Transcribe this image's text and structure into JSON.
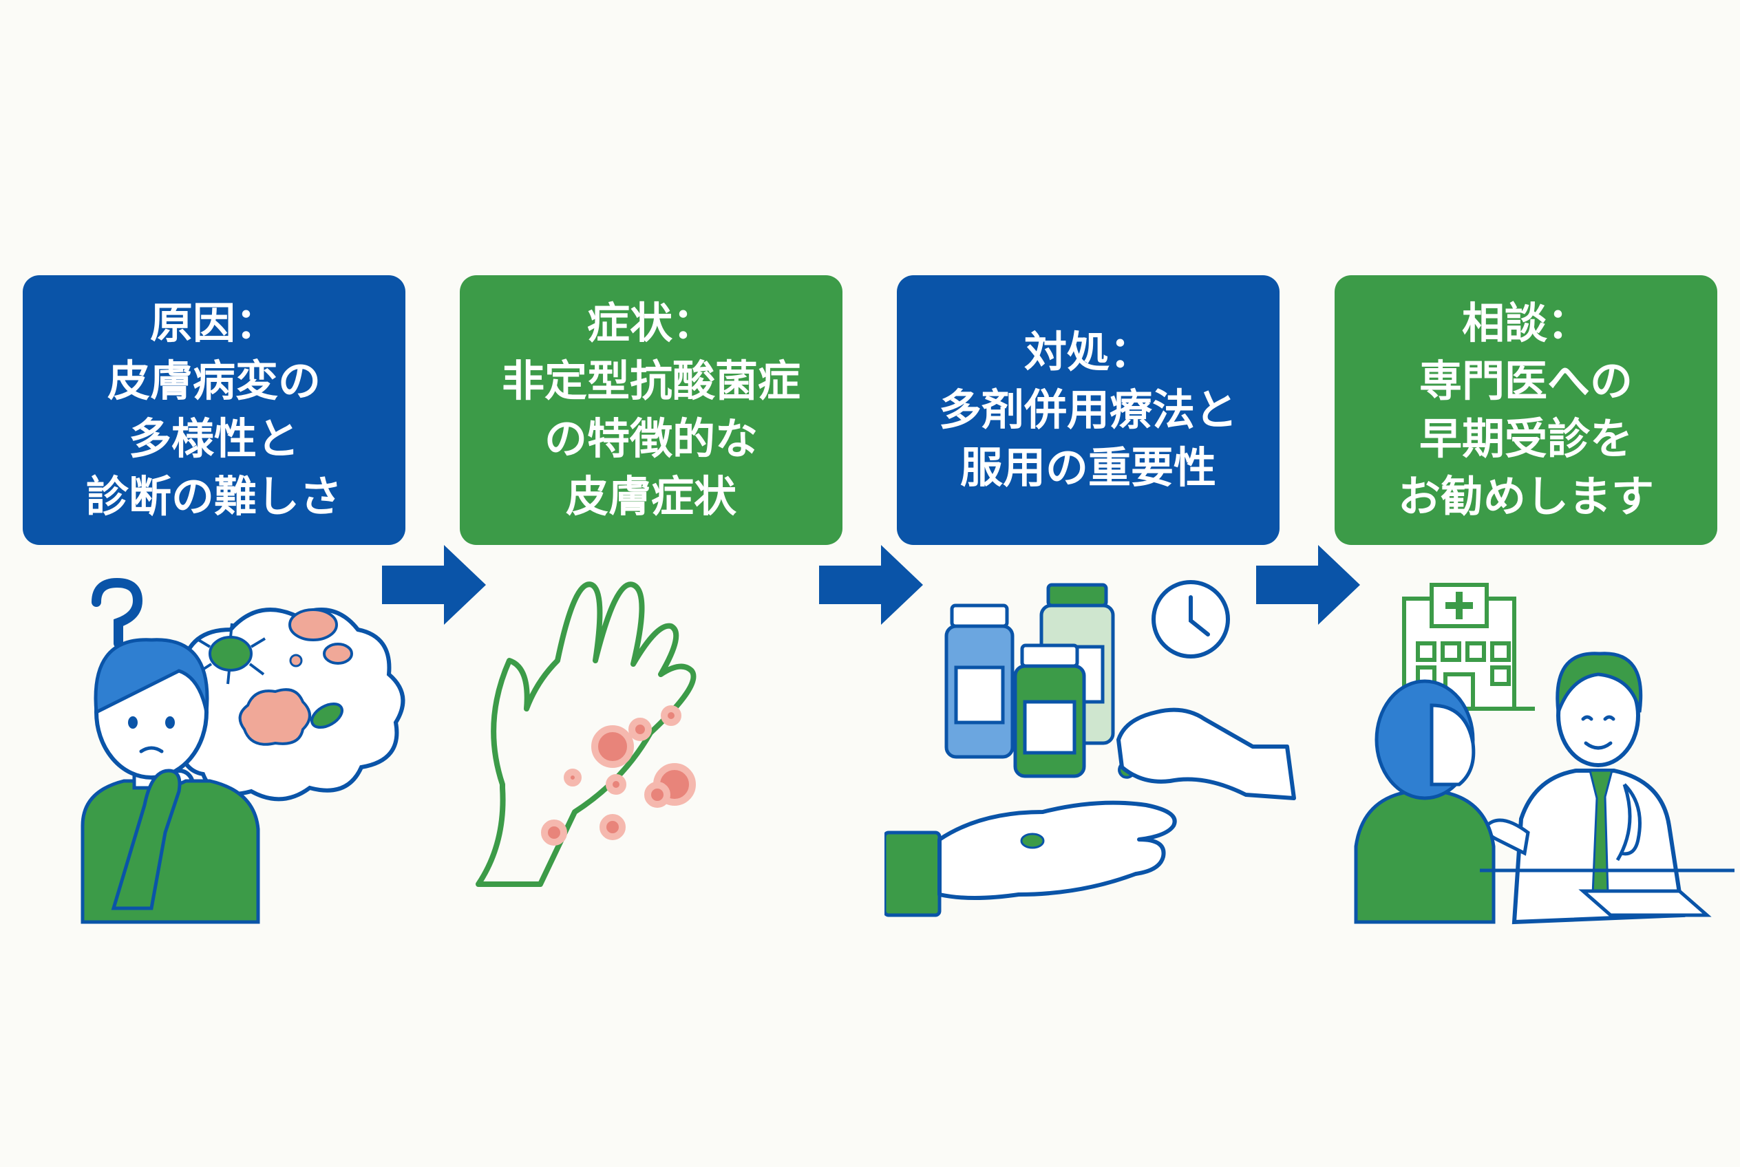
{
  "steps": [
    {
      "lines": [
        "原因：",
        "皮膚病変の",
        "多様性と",
        "診断の難しさ"
      ]
    },
    {
      "lines": [
        "症状：",
        "非定型抗酸菌症",
        "の特徴的な",
        "皮膚症状"
      ]
    },
    {
      "lines": [
        "対処：",
        "多剤併用療法と",
        "服用の重要性"
      ]
    },
    {
      "lines": [
        "相談：",
        "専門医への",
        "早期受診を",
        "お勧めします"
      ]
    }
  ],
  "colors": {
    "blue": "#0a54a8",
    "green": "#3c9b48",
    "lesion": "#e8847a",
    "background": "#fbfbf7"
  },
  "icons": [
    "question-mark-icon",
    "thought-bubble-icon",
    "bacteria-icon",
    "hand-rash-icon",
    "medicine-bottle-icon",
    "clock-icon",
    "pill-icon",
    "hospital-icon",
    "doctor-icon",
    "patient-icon"
  ]
}
